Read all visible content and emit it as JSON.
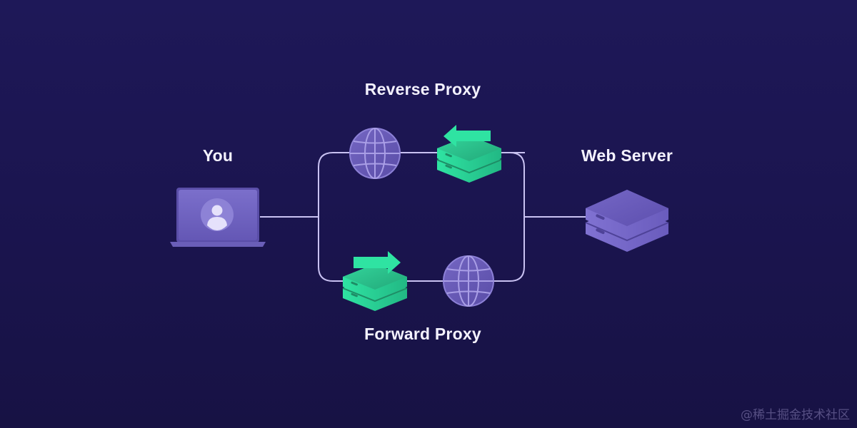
{
  "diagram": {
    "title": "Forward Proxy vs Reverse Proxy",
    "nodes": {
      "client": {
        "label": "You",
        "icon": "laptop-user-icon"
      },
      "reverse_proxy": {
        "label": "Reverse Proxy",
        "icons": [
          "globe-icon",
          "server-stack-arrow-left-icon"
        ]
      },
      "forward_proxy": {
        "label": "Forward Proxy",
        "icons": [
          "server-stack-arrow-right-icon",
          "globe-icon"
        ]
      },
      "web_server": {
        "label": "Web Server",
        "icon": "server-stack-icon"
      }
    },
    "edges": [
      {
        "from": "client",
        "to": "branch-left"
      },
      {
        "from": "branch-left",
        "to": "reverse_proxy"
      },
      {
        "from": "branch-left",
        "to": "forward_proxy"
      },
      {
        "from": "reverse_proxy",
        "to": "branch-right"
      },
      {
        "from": "forward_proxy",
        "to": "branch-right"
      },
      {
        "from": "branch-right",
        "to": "web_server"
      }
    ],
    "colors": {
      "background": "#1b1550",
      "line": "#c9c2f2",
      "accent_green": "#2ee0a0",
      "accent_purple": "#7a6cc8",
      "text": "#f4f2ff"
    }
  },
  "watermark": "@稀土掘金技术社区"
}
